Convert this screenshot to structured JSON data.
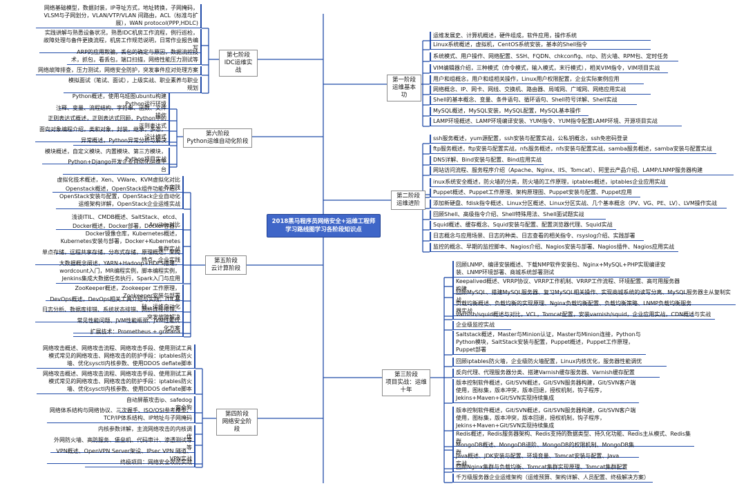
{
  "center": {
    "line1": "2018黑马程序员网络安全+运维工程师",
    "line2": "学习路线图学习各阶段知识点"
  },
  "colors": {
    "line": "#1f4aa8",
    "center_fill": "#3f66c8",
    "center_border": "#1b3c8f",
    "box_border": "#8a8a8a"
  },
  "stages": {
    "s1": {
      "label": "第一阶段\n运维基本功",
      "items": [
        "运维发展史、计算机概述，硬件组成，软件应用，操作系统",
        "Linux系统概述，虚拟机，CentOS系统安装，基本的Shell指令",
        "系统模式、用户操作、网络配置、SSH、FQDN、chkconfig、ntp、防火墙、RPM包、定时任务",
        "VIM编辑器介绍，三种模式（命令模式，输入模式，末行模式），相关VIM指令，VIM项目实战",
        "用户和组概念，用户和组相关操作，Linux用户权限配置，企业实际案例应用",
        "网络概念、IP、网卡、网线、交换机、路由器、局域网、广域网、网络应用实战",
        "Shell的基本概念、变量、条件语句、循环语句、Shell符号详解、Shell实战",
        "MySQL概述，MySQL安装，MySQL配置，MySQL基本操作",
        "LAMP环境概述、LAMP环境编译安装、YUM指令、YUM指令配置LAMP环境、开源项目实战"
      ]
    },
    "s2": {
      "label": "第二阶段\n运维进阶",
      "items": [
        "ssh服务概述，yum源配置，ssh安装与配置实战，公私钥概念，ssh免密码登录",
        "ftp服务概述，ftp安装与配置实战，nfs服务概述，nfs安装与配置实战，samba服务概述，samba安装与配置实战",
        "DNS详解、Bind安装与配置、Bind应用实战",
        "网站访问流程、服务程序介绍（Apache、Nginx、IIS、Tomcat）、阿里云产品介绍、LAMP/LNMP服务器构建",
        "inux系统安全概述，防火墙的分类，防火墙的工作原理，iptables概述，iptables企业应用实战",
        "Puppet概述、Puppet工作原理、架构原理图、Puppet安装与配置、Puppet应用",
        "添加新硬盘、fdisk指令概述、Linux分区概述、Linux分区实战、几个基本概念（PV、VG、PE、LV）、LVM操作实战",
        "回顾Shell、高级指令介绍、Shell特殊用法、Shell面试题实战",
        "Squid概述、缓存概念、Squid安装与配置、配置浏览器代理、Squid实战",
        "日志概念与应用场景、日志的种类、日志查看的相关指令、rsyslog介绍、实践部署",
        "监控的概念、早期的监控脚本、Nagios介绍、Nagios安装与部署、Nagios插件、Nagios应用实战"
      ]
    },
    "s3": {
      "label": "第三阶段\n项目实战：运维十年",
      "items": [
        "回顾LNMP、编译安装概述、下载NMP软件安装包、Nginx+MySQL+PHP实现编译安装、LNMP环境部署、商城系统部署测试",
        "Keepalived概述、VRRP协议、VRRP工作机制、VRRP工作流程、环境配置、高可用服务器构建",
        "回顾MySQL、搭建MySQL服务器、复习MySQL相关操作、实现商城系统的读写分离、MySQL服务器主从复制实战",
        "负载均衡概述、负载均衡的实现原理、Nginx负载均衡配置、负载均衡策略、LNMP负载均衡服务器实战",
        "varnish/squid概述与对比，VCL，Tomcat配置，安装varnish/squid，企业应用实战，CDN概述与实战",
        "企业级监控实战",
        "Saltstack概述，Master与Minion认证，Master与Minion连接，Python与Python模块，SaltStack安装与配置，Puppet概述，Puppet工作原理，Puppet部署",
        "回顾iptables防火墙，企业级防火墙配置，Linux内核优化，服务器性能调优",
        "反向代理、代理服务器分类、搭建Varnish缓存服务器、Varnish缓存配置",
        "版本控制软件概述，Git/SVN概述，Git/SVN服务器构建，Git/SVN客户端使用，图标集，版本冲突，版本回退，授权机制，钩子程序，Jekins+Maven+Git/SVN实现持续集成",
        "版本控制软件概述，Git/SVN概述，Git/SVN服务器构建，Git/SVN客户端使用，图标集，版本冲突，版本回退，授权机制，钩子程序，Jekins+Maven+Git/SVN实现持续集成",
        "Redis概述，Redis服务器架构、Redis支持的数据类型、持久化功能、Redis主从模式、Redis集群",
        "MongoDB概述、MongoDB进阶、MongoDB的权限机制、MongoDB集群",
        "Java概述、JDK安装与配置、环境变量、Tomcat安装与配置、Java实战",
        "回顾Nginx集群与负载均衡、Tomcat集群实现原理、Tomcat集群配置",
        "千万级服务器企业运维架构（运维预算、架构详解、人员配置、终极解决方案）"
      ]
    },
    "s4": {
      "label": "第四阶段\n网络安全阶段",
      "items": [
        "网络攻击概述、网络攻击流程、网络攻击手段、使用测试工具模式常见的网络攻击、网络攻击的防护手段：iptables防火墙、优化sysctl内核参数、使用DDOS deflate脚本",
        "网络攻击概述、网络攻击流程、网络攻击手段、使用测试工具模式常见的网络攻击、网络攻击的防护手段：iptables防火墙、优化sysctl内核参数、使用DDOS deflate脚本",
        "自动屏蔽攻击ip、safedog安全狗",
        "网络体系结构与网络协议、三次握手、ISO/OSI参考模型、TCP/IP体系结构、IP地址与子网掩码",
        "内核参数详解，主流网络攻击的内核调优",
        "外网防火墙、高防服务、堡垒机、代码审计、渗透测试等等",
        "VPN概述、OpenVPN Server架设、IPsec VPN 隧道、VPN实战",
        "终极项目：网络安全攻防实战"
      ]
    },
    "s5": {
      "label": "第五阶段\n云计算阶段",
      "items": [
        "虚拟化技术概述，Xen、VWare、KVM虚拟化对比与实践",
        "Openstack概述，OpenStack组件功能介绍，OpenStack安装与配置，OpenStack企业自动化运维架构详解，OpenStack企业运维实战",
        "浅谈ITIL、CMDB概述、SaltStack、etcd、Ansible对比",
        "Docker概述，Docker部署，Docker容器，Docker镜像仓库，Kubernetes概述，Kubernetes安装与部署，Docker+Kubernetes集群实战",
        "单点存储，远程共享存储，分布式存储，原理概述，架构特点，企业实践",
        "大数据概念阐述，YARN+Hadoop+HDFS搭建，wordcount入门，MR编程实例，脚本编程实例，Jenkins集成大数据任务执行，Spark入门与应用",
        "ZooKeeper概述，Zookeeper 工作原理，Zookeeper安装与部署",
        "DevOps概述，DevOps相关工具介绍与实践，ITIL基础、运维自动化",
        "日志分析、数据库排错、系统状态排错、网络连接排错、突发故障解决",
        "常见性能问题、JVM性能瓶颈、JVM性能优化方案",
        "扩展技术：Prometheus + grafana"
      ]
    },
    "s6": {
      "label": "第六阶段\nPython运维自动化阶段",
      "items": [
        "Python概述，使用乌班图ubuntu构建Python运行环境",
        "注释、变量、流程结构、字符串、函数、文件操作",
        "正则表达式概述，正则表达式回顾，Python中的正则表达式",
        "面向对象编程介绍，类和对象，封装，继承，多态，设计模式",
        "异常概述，Python异常分析与解决",
        "模块概述，自定义模块、内置模块、第三方模块，Python项目实战",
        "Python+Django开发企业自动化运维平台"
      ]
    },
    "s7": {
      "label": "第七阶段\nIDC运维实战",
      "items": [
        "网络基础模型，数据封装，IP寻址方式，地址转换，子网掩码，VLSM与子网划分，VLAN/VTP/VLAN 间路由，ACL（标准与扩展），WAN protocol(PPP,HDLC)",
        "实践讲解与熟悉设备状况，熟悉IDC机房工作流程，例行巡检，故障处理与备件更换流程，机房工作规范说明，日常作业报告编写",
        "ARP的应用欺骗，丢包的确定与原因，数据流控技术，抓包，看丢包，端口扫描，网络性能压力测试等",
        "网络故障排查，压力测试，网络安全防护，突发事件应对处理方案",
        "模拟面试（笔试、面试），上级实战、职业素养与职业规划"
      ]
    }
  }
}
